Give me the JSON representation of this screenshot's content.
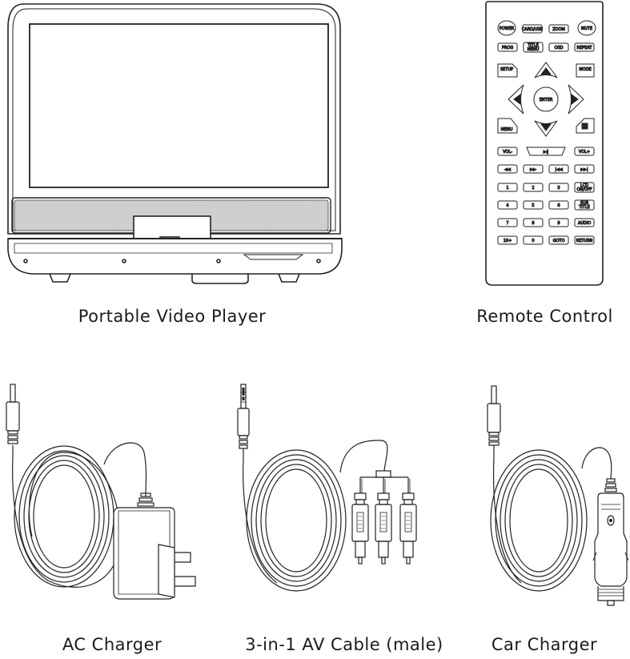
{
  "captions": {
    "player": "Portable Video Player",
    "remote": "Remote Control",
    "ac": "AC Charger",
    "av": "3-in-1 AV Cable (male)",
    "car": "Car Charger"
  },
  "remote_keys": {
    "power": "POWER",
    "card_usb": "CARD/USB",
    "zoom": "ZOOM",
    "mute": "MUTE",
    "prog": "PROG",
    "title_menu_1": "TITLE",
    "title_menu_2": "MENU",
    "osd": "OSD",
    "repeat": "REPEAT",
    "setup": "SETUP",
    "mode": "MODE",
    "enter": "ENTER",
    "menu": "MENU",
    "vol_minus": "VOL-",
    "play_pause": "▶‖",
    "vol_plus": "VOL+",
    "rew": "◀◀",
    "ff": "▶▶",
    "prev": "|◀◀",
    "next": "▶▶|",
    "n1": "1",
    "n2": "2",
    "n3": "3",
    "lcd_1": "LCD",
    "lcd_2": "ON/OFF",
    "n4": "4",
    "n5": "5",
    "n6": "6",
    "sub_1": "SUB",
    "sub_2": "TITLE",
    "n7": "7",
    "n8": "8",
    "n9": "9",
    "audio": "AUDIO",
    "n10": "10+",
    "n0": "0",
    "goto": "GOTO",
    "return": "RETURN"
  }
}
